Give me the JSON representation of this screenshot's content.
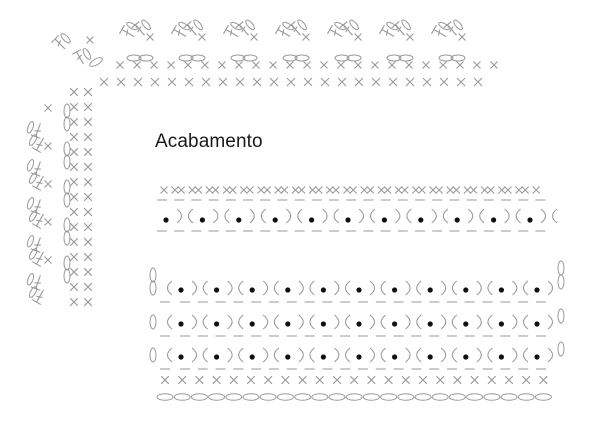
{
  "title": "Acabamento",
  "colors": {
    "stitch": "#9a9a9a",
    "dot": "#111111",
    "text": "#1a1a1a",
    "background": "#ffffff"
  },
  "symbols": {
    "single_crochet": "cross-stitch",
    "chain": "oval-stitch",
    "double_crochet": "t-post-stitch",
    "bobble": "dot-stitch",
    "front_post": "arc-stitch"
  }
}
